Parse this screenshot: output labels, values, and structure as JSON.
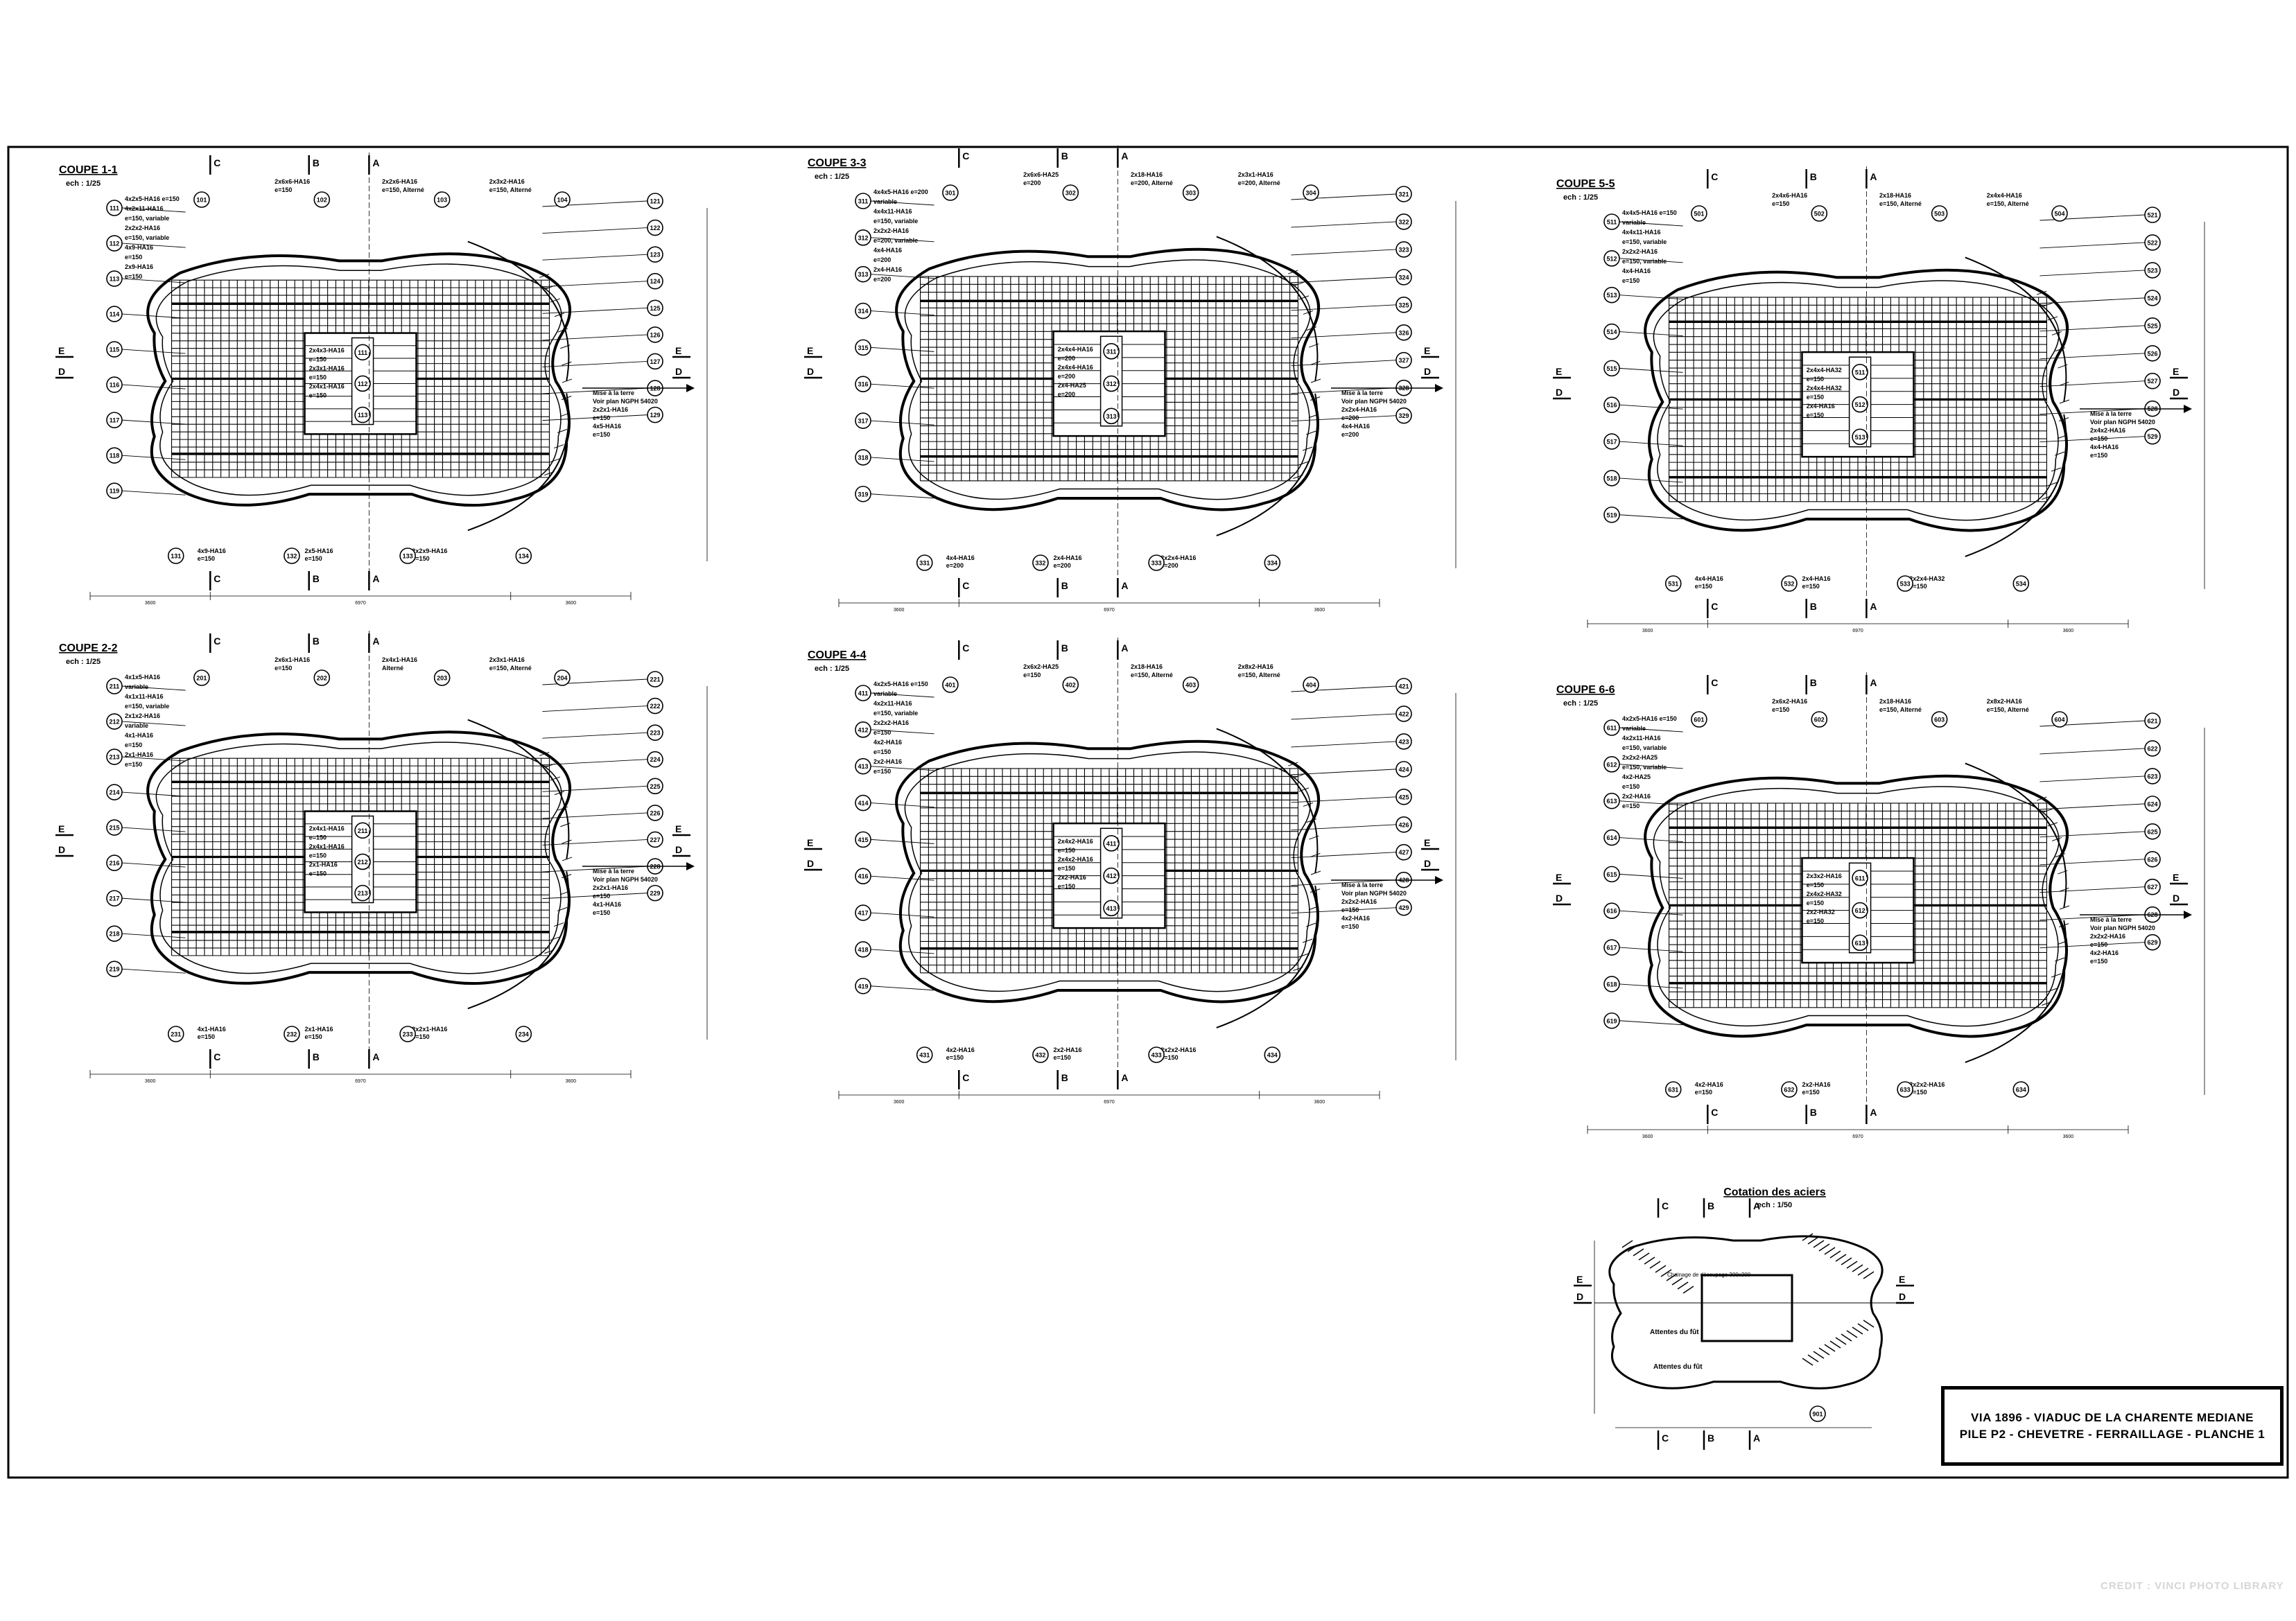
{
  "sheet": {
    "title_line1": "VIA 1896 - VIADUC DE LA CHARENTE MEDIANE",
    "title_line2": "PILE P2 - CHEVETRE - FERRAILLAGE - PLANCHE 1",
    "credit": "CREDIT : VINCI PHOTO LIBRARY"
  },
  "sections": [
    {
      "title": "COUPE 1-1",
      "scale": "ech : 1/25",
      "left_notes": [
        "4x2x5-HA16 e=150",
        "4x2x11-HA16",
        "e=150, variable",
        "2x2x2-HA16",
        "e=150, variable",
        "4x9-HA16",
        "e=150",
        "2x9-HA16",
        "e=150"
      ],
      "left_bubbles": [
        "111",
        "112",
        "113",
        "114",
        "115",
        "116",
        "117",
        "118",
        "119"
      ],
      "top_notes": [
        "2x6x6-HA16",
        "e=150",
        "2x2x6-HA16",
        "e=150, Alterné",
        "2x3x2-HA16",
        "e=150, Alterné"
      ],
      "top_bubbles": [
        "101",
        "102",
        "103",
        "104"
      ],
      "right_bubbles": [
        "121",
        "122",
        "123",
        "124",
        "125",
        "126",
        "127",
        "128",
        "129"
      ],
      "right_notes": [
        "Mise à la terre",
        "Voir plan NGPH 54020",
        "2x2x1-HA16",
        "e=150",
        "4x5-HA16",
        "e=150"
      ],
      "center_notes": [
        "2x4x3-HA16",
        "e=150",
        "2x3x1-HA16",
        "e=150",
        "2x4x1-HA16",
        "e=150"
      ],
      "bottom_notes": [
        "4x9-HA16",
        "e=150",
        "2x5-HA16",
        "e=150",
        "2x2x9-HA16",
        "e=150"
      ],
      "bottom_bubbles": [
        "131",
        "132",
        "133",
        "134"
      ],
      "dims": [
        "3600",
        "6970",
        "3600"
      ]
    },
    {
      "title": "COUPE 3-3",
      "scale": "ech : 1/25",
      "left_notes": [
        "4x4x5-HA16 e=200",
        "variable",
        "4x4x11-HA16",
        "e=150, variable",
        "2x2x2-HA16",
        "e=200, variable",
        "4x4-HA16",
        "e=200",
        "2x4-HA16",
        "e=200"
      ],
      "left_bubbles": [
        "311",
        "312",
        "313",
        "314",
        "315",
        "316",
        "317",
        "318",
        "319"
      ],
      "top_notes": [
        "2x6x6-HA25",
        "e=200",
        "2x18-HA16",
        "e=200, Alterné",
        "2x3x1-HA16",
        "e=200, Alterné"
      ],
      "top_bubbles": [
        "301",
        "302",
        "303",
        "304"
      ],
      "right_bubbles": [
        "321",
        "322",
        "323",
        "324",
        "325",
        "326",
        "327",
        "328",
        "329"
      ],
      "right_notes": [
        "Mise à la terre",
        "Voir plan NGPH 54020",
        "2x2x4-HA16",
        "e=200",
        "4x4-HA16",
        "e=200"
      ],
      "center_notes": [
        "2x4x4-HA16",
        "e=200",
        "2x4x4-HA16",
        "e=200",
        "2x4-HA25",
        "e=200"
      ],
      "bottom_notes": [
        "4x4-HA16",
        "e=200",
        "2x4-HA16",
        "e=200",
        "2x2x4-HA16",
        "e=200"
      ],
      "bottom_bubbles": [
        "331",
        "332",
        "333",
        "334"
      ],
      "dims": [
        "3600",
        "6970",
        "3600"
      ]
    },
    {
      "title": "COUPE 5-5",
      "scale": "ech : 1/25",
      "left_notes": [
        "4x4x5-HA16 e=150",
        "variable",
        "4x4x11-HA16",
        "e=150, variable",
        "2x2x2-HA16",
        "e=150, variable",
        "4x4-HA16",
        "e=150"
      ],
      "left_bubbles": [
        "511",
        "512",
        "513",
        "514",
        "515",
        "516",
        "517",
        "518",
        "519"
      ],
      "top_notes": [
        "2x4x6-HA16",
        "e=150",
        "2x18-HA16",
        "e=150, Alterné",
        "2x4x4-HA16",
        "e=150, Alterné"
      ],
      "top_bubbles": [
        "501",
        "502",
        "503",
        "504"
      ],
      "right_bubbles": [
        "521",
        "522",
        "523",
        "524",
        "525",
        "526",
        "527",
        "528",
        "529"
      ],
      "right_notes": [
        "Mise à la terre",
        "Voir plan NGPH 54020",
        "2x4x2-HA16",
        "e=150",
        "4x4-HA16",
        "e=150"
      ],
      "center_notes": [
        "2x4x4-HA32",
        "e=150",
        "2x4x4-HA32",
        "e=150",
        "2x4-HA16",
        "e=150"
      ],
      "bottom_notes": [
        "4x4-HA16",
        "e=150",
        "2x4-HA16",
        "e=150",
        "2x2x4-HA32",
        "e=150"
      ],
      "bottom_bubbles": [
        "531",
        "532",
        "533",
        "534"
      ],
      "dims": [
        "3600",
        "6970",
        "3600"
      ]
    },
    {
      "title": "COUPE 2-2",
      "scale": "ech : 1/25",
      "left_notes": [
        "4x1x5-HA16",
        "variable",
        "4x1x11-HA16",
        "e=150, variable",
        "2x1x2-HA16",
        "variable",
        "4x1-HA16",
        "e=150",
        "2x1-HA16",
        "e=150"
      ],
      "left_bubbles": [
        "211",
        "212",
        "213",
        "214",
        "215",
        "216",
        "217",
        "218",
        "219"
      ],
      "top_notes": [
        "2x6x1-HA16",
        "e=150",
        "2x4x1-HA16",
        "Alterné",
        "2x3x1-HA16",
        "e=150, Alterné"
      ],
      "top_bubbles": [
        "201",
        "202",
        "203",
        "204"
      ],
      "right_bubbles": [
        "221",
        "222",
        "223",
        "224",
        "225",
        "226",
        "227",
        "228",
        "229"
      ],
      "right_notes": [
        "Mise à la terre",
        "Voir plan NGPH 54020",
        "2x2x1-HA16",
        "e=150",
        "4x1-HA16",
        "e=150"
      ],
      "center_notes": [
        "2x4x1-HA16",
        "e=150",
        "2x4x1-HA16",
        "e=150",
        "2x1-HA16",
        "e=150"
      ],
      "bottom_notes": [
        "4x1-HA16",
        "e=150",
        "2x1-HA16",
        "e=150",
        "2x2x1-HA16",
        "e=150"
      ],
      "bottom_bubbles": [
        "231",
        "232",
        "233",
        "234"
      ],
      "dims": [
        "3600",
        "6970",
        "3600"
      ]
    },
    {
      "title": "COUPE 4-4",
      "scale": "ech : 1/25",
      "left_notes": [
        "4x2x5-HA16 e=150",
        "variable",
        "4x2x11-HA16",
        "e=150, variable",
        "2x2x2-HA16",
        "e=150",
        "4x2-HA16",
        "e=150",
        "2x2-HA16",
        "e=150"
      ],
      "left_bubbles": [
        "411",
        "412",
        "413",
        "414",
        "415",
        "416",
        "417",
        "418",
        "419"
      ],
      "top_notes": [
        "2x6x2-HA25",
        "e=150",
        "2x18-HA16",
        "e=150, Alterné",
        "2x8x2-HA16",
        "e=150, Alterné"
      ],
      "top_bubbles": [
        "401",
        "402",
        "403",
        "404"
      ],
      "right_bubbles": [
        "421",
        "422",
        "423",
        "424",
        "425",
        "426",
        "427",
        "428",
        "429"
      ],
      "right_notes": [
        "Mise à la terre",
        "Voir plan NGPH 54020",
        "2x2x2-HA16",
        "e=150",
        "4x2-HA16",
        "e=150"
      ],
      "center_notes": [
        "2x4x2-HA16",
        "e=150",
        "2x4x2-HA16",
        "e=150",
        "2x2-HA16",
        "e=150"
      ],
      "bottom_notes": [
        "4x2-HA16",
        "e=150",
        "2x2-HA16",
        "e=150",
        "2x2x2-HA16",
        "e=150"
      ],
      "bottom_bubbles": [
        "431",
        "432",
        "433",
        "434"
      ],
      "dims": [
        "3600",
        "6970",
        "3600"
      ]
    },
    {
      "title": "COUPE 6-6",
      "scale": "ech : 1/25",
      "left_notes": [
        "4x2x5-HA16 e=150",
        "variable",
        "4x2x11-HA16",
        "e=150, variable",
        "2x2x2-HA25",
        "e=150, variable",
        "4x2-HA25",
        "e=150",
        "2x2-HA16",
        "e=150"
      ],
      "left_bubbles": [
        "611",
        "612",
        "613",
        "614",
        "615",
        "616",
        "617",
        "618",
        "619"
      ],
      "top_notes": [
        "2x6x2-HA16",
        "e=150",
        "2x18-HA16",
        "e=150, Alterné",
        "2x8x2-HA16",
        "e=150, Alterné"
      ],
      "top_bubbles": [
        "601",
        "602",
        "603",
        "604"
      ],
      "right_bubbles": [
        "621",
        "622",
        "623",
        "624",
        "625",
        "626",
        "627",
        "628",
        "629"
      ],
      "right_notes": [
        "Mise à la terre",
        "Voir plan NGPH 54020",
        "2x2x2-HA16",
        "e=150",
        "4x2-HA16",
        "e=150"
      ],
      "center_notes": [
        "2x3x2-HA16",
        "e=150",
        "2x4x2-HA32",
        "e=150",
        "2x2-HA32",
        "e=150"
      ],
      "bottom_notes": [
        "4x2-HA16",
        "e=150",
        "2x2-HA16",
        "e=150",
        "2x2x2-HA16",
        "e=150"
      ],
      "bottom_bubbles": [
        "631",
        "632",
        "633",
        "634"
      ],
      "dims": [
        "3600",
        "6970",
        "3600"
      ]
    }
  ],
  "section_markers": {
    "A": "A",
    "B": "B",
    "C": "C",
    "D": "D",
    "E": "E"
  },
  "key_plan": {
    "title": "Cotation des aciers",
    "scale": "ech : 1/50",
    "label_chainage": "Chainage de découpage 300x300",
    "label_top": "Attentes du fût",
    "label_bottom": "Attentes du fût",
    "bubble": "901"
  }
}
